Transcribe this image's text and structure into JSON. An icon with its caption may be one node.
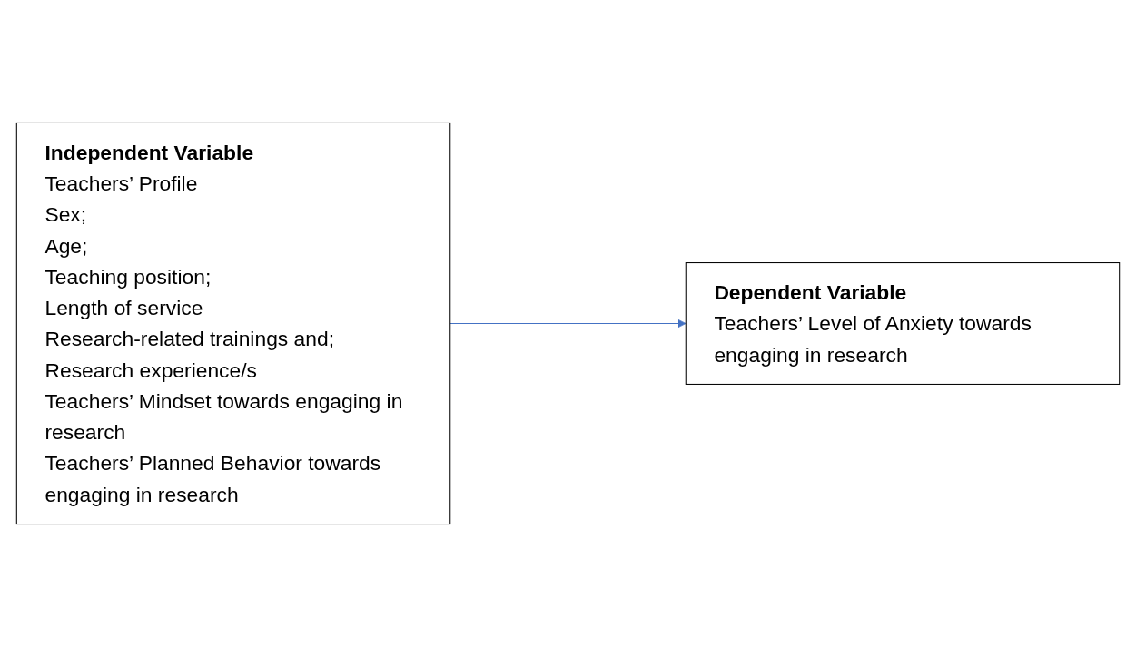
{
  "diagram": {
    "nodes": [
      {
        "text": [
          "Independent Variable",
          "Teachers’ Profile",
          "Sex;",
          "Age;",
          "Teaching position;",
          "Length of service",
          "Research-related trainings and;",
          "Research experience/s",
          "Teachers’ Mindset towards engaging in research",
          "Teachers’ Planned Behavior towards engaging in research"
        ]
      },
      {
        "text": [
          "Dependent Variable",
          "Teachers’ Level of Anxiety towards engaging in research"
        ]
      }
    ],
    "edges": [
      {
        "from": 0,
        "to": 1,
        "arrow": "to",
        "color": "#4472c4"
      }
    ]
  }
}
